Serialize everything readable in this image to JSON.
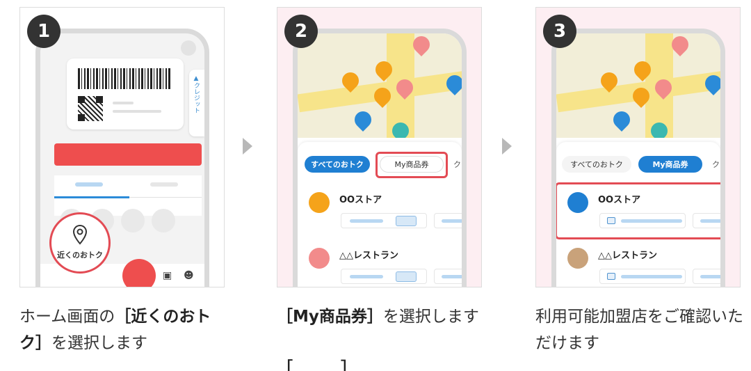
{
  "steps": [
    {
      "number": "1",
      "caption_plain": "ホーム画面の",
      "caption_bold": "［近くのおトク］",
      "caption_tail": "を選択します"
    },
    {
      "number": "2",
      "caption_bold": "［My商品券］",
      "caption_tail": "を選択します",
      "caption_cut": "［　　　］"
    },
    {
      "number": "3",
      "caption_plain": "利用可能加盟店をご確認いただけます"
    }
  ],
  "screen1": {
    "credit_tab_label": "▲クレジット",
    "nearby_button_label": "近くのおトク"
  },
  "screen2": {
    "chip_all": "すべてのおトク",
    "chip_my_vouchers": "My商品券",
    "chip_overflow": "ク",
    "stores": [
      {
        "name": "OOストア",
        "avatar_color": "#f5a31a"
      },
      {
        "name": "△△レストラン",
        "avatar_color": "#f28b8b"
      }
    ]
  },
  "screen3": {
    "chip_all": "すべてのおトク",
    "chip_my_vouchers": "My商品券",
    "chip_overflow": "ク",
    "stores": [
      {
        "name": "OOストア",
        "avatar_color": "#1f7fd2"
      },
      {
        "name": "△△レストラン",
        "avatar_color": "#c9a27a"
      }
    ]
  },
  "colors": {
    "accent_red": "#e34b54",
    "accent_blue": "#1f7fd2",
    "map_road": "#f7e48a",
    "pin_orange": "#f5a31a",
    "pin_pink": "#f28b8b",
    "pin_blue": "#2b8bd8",
    "pin_teal": "#3bb8b0"
  }
}
